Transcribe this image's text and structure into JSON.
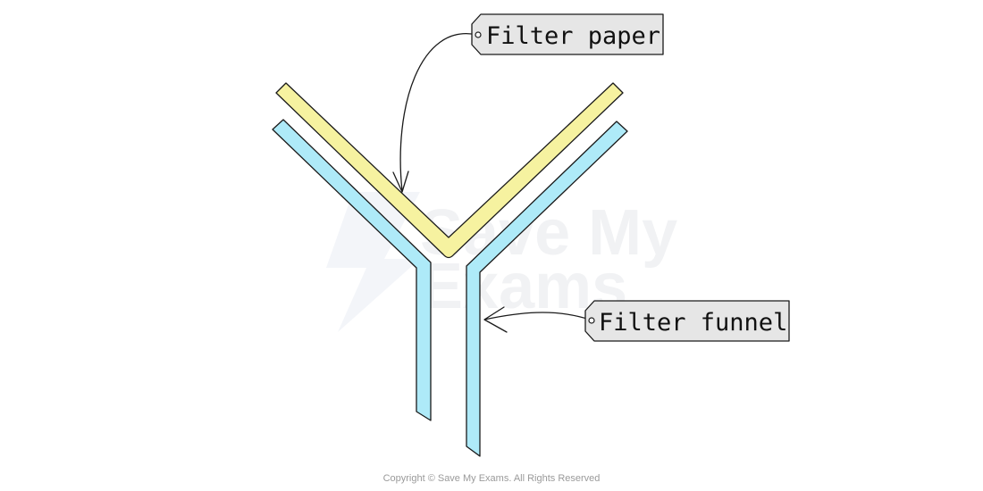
{
  "labels": {
    "filter_paper": "Filter paper",
    "filter_funnel": "Filter funnel"
  },
  "watermark": {
    "line1": "Save My",
    "line2": "Exams"
  },
  "copyright": "Copyright © Save My Exams. All Rights Reserved",
  "colors": {
    "filter_paper_fill": "#f6f2a0",
    "filter_funnel_fill": "#aeeaf8",
    "outline": "#1a1a1a",
    "label_fill": "#e6e6e6",
    "watermark": "#f1f2f4"
  }
}
